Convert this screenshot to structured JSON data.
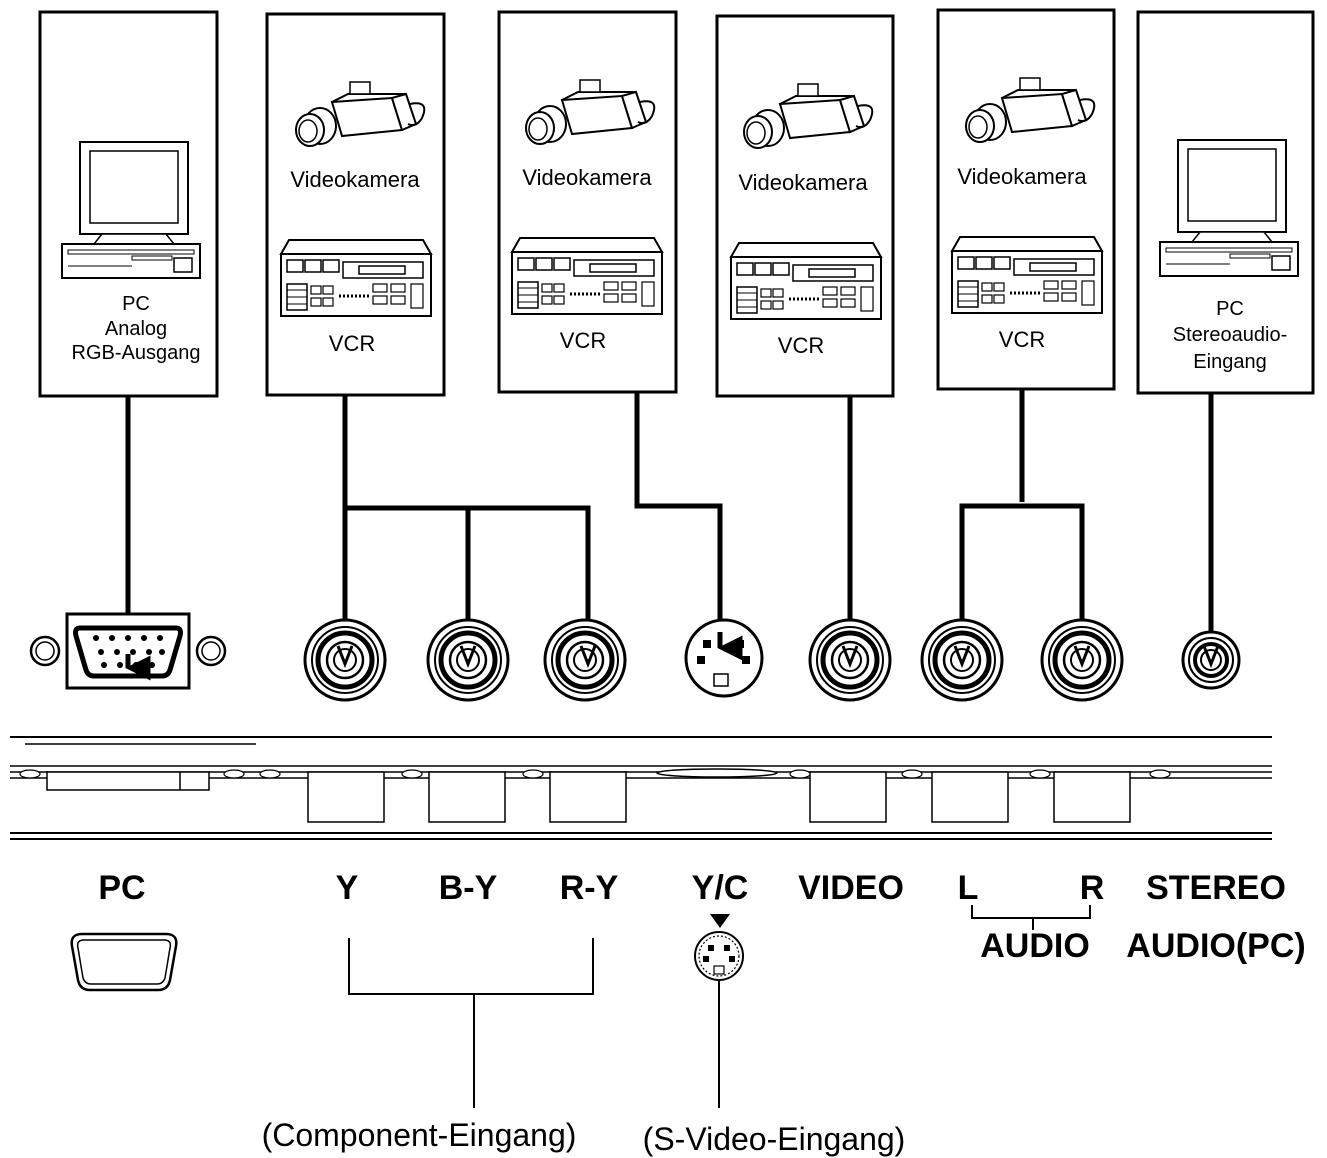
{
  "devices": {
    "pc_rgb": {
      "lines": [
        "PC",
        "Analog",
        "RGB-Ausgang"
      ]
    },
    "component_source": {
      "camera_label": "Videokamera",
      "vcr_label": "VCR"
    },
    "svideo_source": {
      "camera_label": "Videokamera",
      "vcr_label": "VCR"
    },
    "video_source": {
      "camera_label": "Videokamera",
      "vcr_label": "VCR"
    },
    "audio_source": {
      "camera_label": "Videokamera",
      "vcr_label": "VCR"
    },
    "pc_audio": {
      "lines": [
        "PC",
        "Stereoaudio-",
        "Eingang"
      ]
    }
  },
  "port_labels": {
    "pc": "PC",
    "y": "Y",
    "b_y": "B-Y",
    "r_y": "R-Y",
    "y_c": "Y/C",
    "video": "VIDEO",
    "l": "L",
    "r": "R",
    "stereo": "STEREO",
    "audio": "AUDIO",
    "audio_pc": "AUDIO(PC)"
  },
  "group_labels": {
    "component": "(Component-Eingang)",
    "svideo": "(S-Video-Eingang)"
  }
}
